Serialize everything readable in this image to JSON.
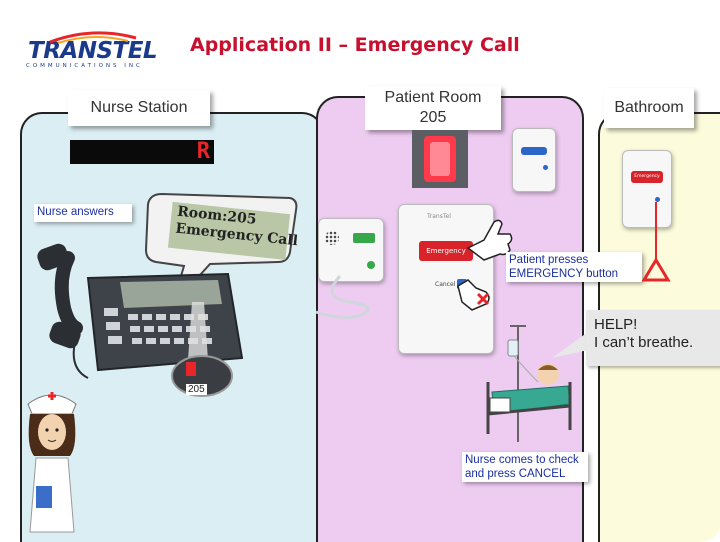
{
  "title": "Application II – Emergency Call",
  "logo": {
    "main_a": "TRANS",
    "main_b": "TEL",
    "sub": "COMMUNICATIONS INC"
  },
  "nurse_station": {
    "label": "Nurse Station",
    "led_text": "R",
    "answer_tag": "Nurse answers",
    "screen_line1": "Room:205",
    "screen_line2": "Emergency Call",
    "phone_display": "205"
  },
  "patient_room": {
    "label_line1": "Patient Room",
    "label_line2": "205",
    "device_brand": "TransTel",
    "emergency_label": "Emergency",
    "cancel_label": "Cancel",
    "press_tag": "Patient presses EMERGENCY button",
    "cancel_tag": "Nurse comes to check and press CANCEL"
  },
  "bathroom": {
    "label": "Bathroom",
    "emergency_label": "Emergency"
  },
  "help_bubble": {
    "line1": "HELP!",
    "line2": "I can’t breathe."
  },
  "colors": {
    "title": "#c8102e",
    "nurse_panel": "#dbeef3",
    "room_panel": "#eeccf2",
    "bath_panel": "#fcfcdc",
    "tag_text": "#1a2fa0",
    "led_red": "#e8262a"
  }
}
